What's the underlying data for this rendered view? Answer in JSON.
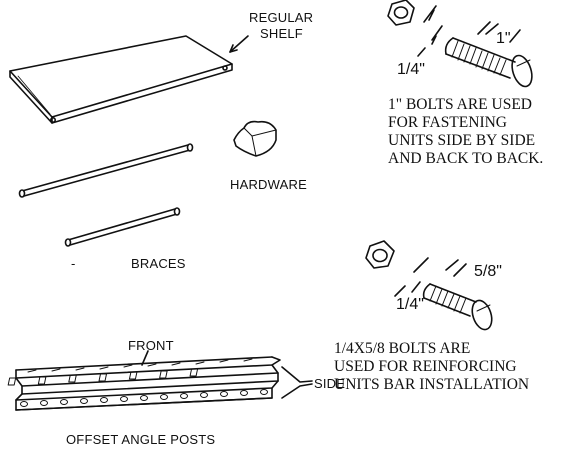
{
  "labels": {
    "shelf_line1": "REGULAR",
    "shelf_line2": "SHELF",
    "hardware": "HARDWARE",
    "braces_dash": "-",
    "braces": "BRACES",
    "front": "FRONT",
    "side": "SIDE",
    "posts": "OFFSET  ANGLE POSTS"
  },
  "bolt_long": {
    "length_label": "1\"",
    "diameter_label": "1/4\"",
    "note": [
      "1\" BOLTS ARE USED",
      "FOR FASTENING",
      "UNITS SIDE BY SIDE",
      "AND BACK TO BACK."
    ]
  },
  "bolt_short": {
    "length_label": "5/8\"",
    "diameter_label": "1/4\"",
    "note": [
      "1/4X5/8 BOLTS ARE",
      "USED FOR REINFORCING",
      "UNITS BAR INSTALLATION"
    ]
  }
}
